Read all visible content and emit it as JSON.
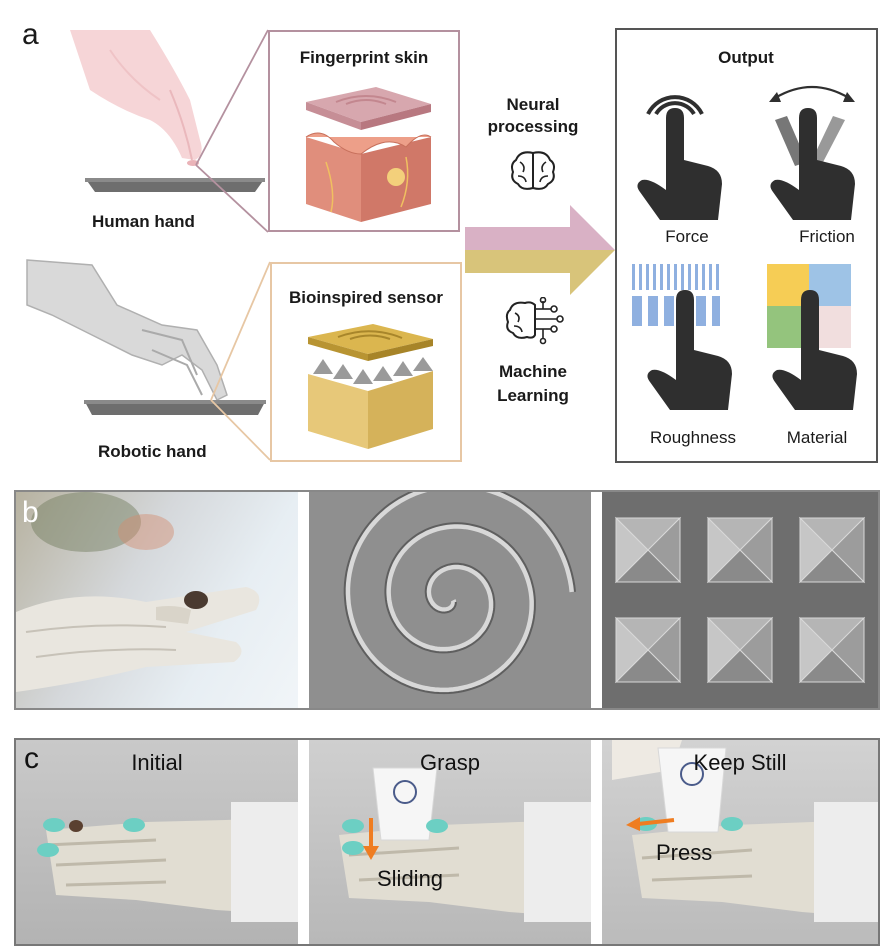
{
  "panel_a": {
    "letter": "a",
    "human_hand_label": "Human hand",
    "robotic_hand_label": "Robotic hand",
    "fingerprint_skin_title": "Fingerprint skin",
    "bioinspired_sensor_title": "Bioinspired sensor",
    "neural_processing_label_1": "Neural",
    "neural_processing_label_2": "processing",
    "machine_learning_label_1": "Machine",
    "machine_learning_label_2": "Learning",
    "output": {
      "title": "Output",
      "items": [
        "Force",
        "Friction",
        "Roughness",
        "Material"
      ]
    },
    "colors": {
      "skin_box_border": "#b4919f",
      "sensor_box_border": "#e7c7a4",
      "arrow_pink": "#d9b1c5",
      "arrow_gold": "#d8c47a",
      "hand_dark": "#2f2f2f",
      "material_yellow": "#f6cd55",
      "material_blue": "#9ec3e6",
      "material_green": "#94c47d",
      "material_pink": "#f1dede",
      "roughness_blue": "#8fb0e0"
    }
  },
  "panel_b": {
    "letter": "b"
  },
  "panel_c": {
    "letter": "c",
    "frames": [
      {
        "title": "Initial"
      },
      {
        "title": "Grasp",
        "annotation": "Sliding"
      },
      {
        "title": "Keep Still",
        "annotation": "Press"
      }
    ],
    "arrow_color": "#ef7d21"
  }
}
